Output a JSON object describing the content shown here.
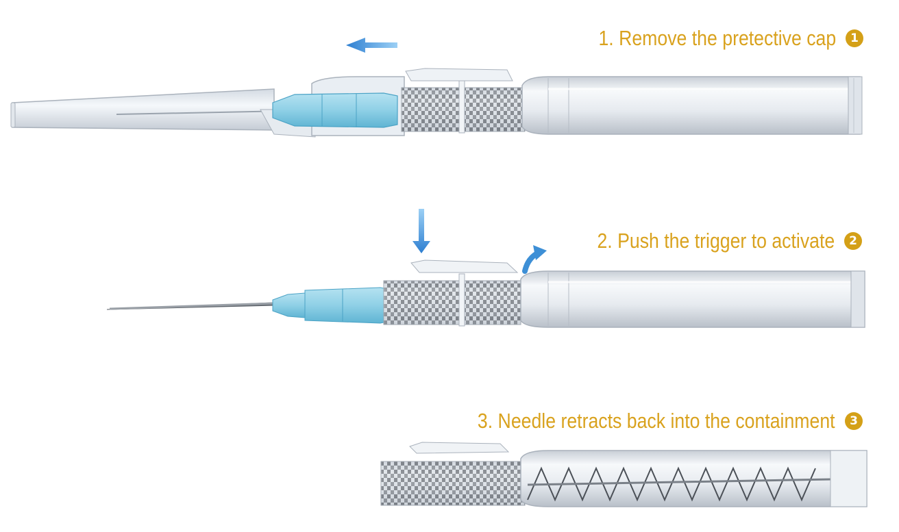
{
  "steps": [
    {
      "number": "1",
      "label": "1. Remove the pretective cap",
      "icon": "cap-removal-arrow-icon"
    },
    {
      "number": "2",
      "label": "2. Push the trigger to activate",
      "icon": "trigger-push-arrow-icon"
    },
    {
      "number": "3",
      "label": "3. Needle retracts back into the containment",
      "icon": "retracted-needle-icon"
    }
  ],
  "colors": {
    "caption_text": "#d9a21e",
    "badge_fill": "#d4a017",
    "arrow_blue": "#3d8fd6",
    "hub_blue": "#8fd0e6",
    "barrel": "#e3e8ee"
  }
}
